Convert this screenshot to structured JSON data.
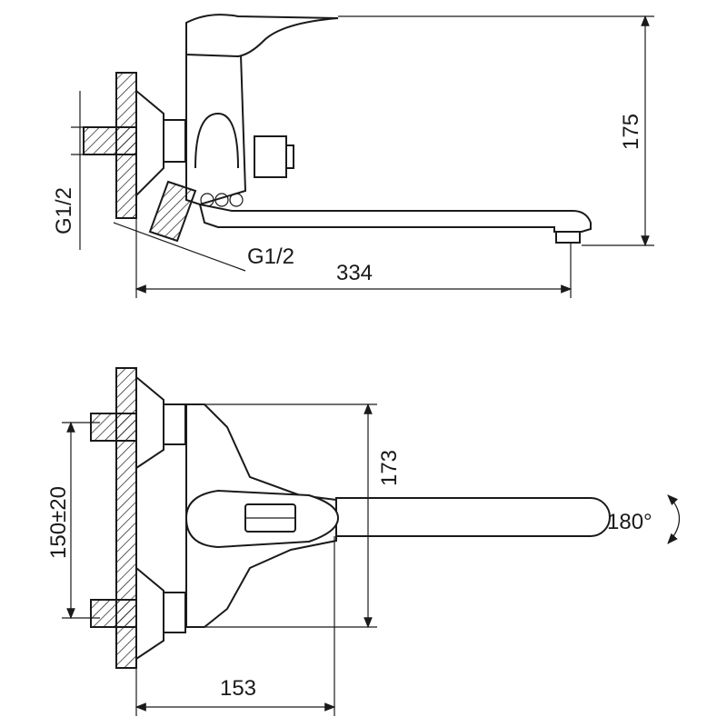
{
  "drawing": {
    "side_view": {
      "inlet_thread_label": "G1/2",
      "outlet_thread_label": "G1/2",
      "height_label": "175",
      "reach_label": "334"
    },
    "front_view": {
      "height_label": "173",
      "centers_label": "150±20",
      "projection_label": "153",
      "rotation_label": "180°"
    }
  }
}
